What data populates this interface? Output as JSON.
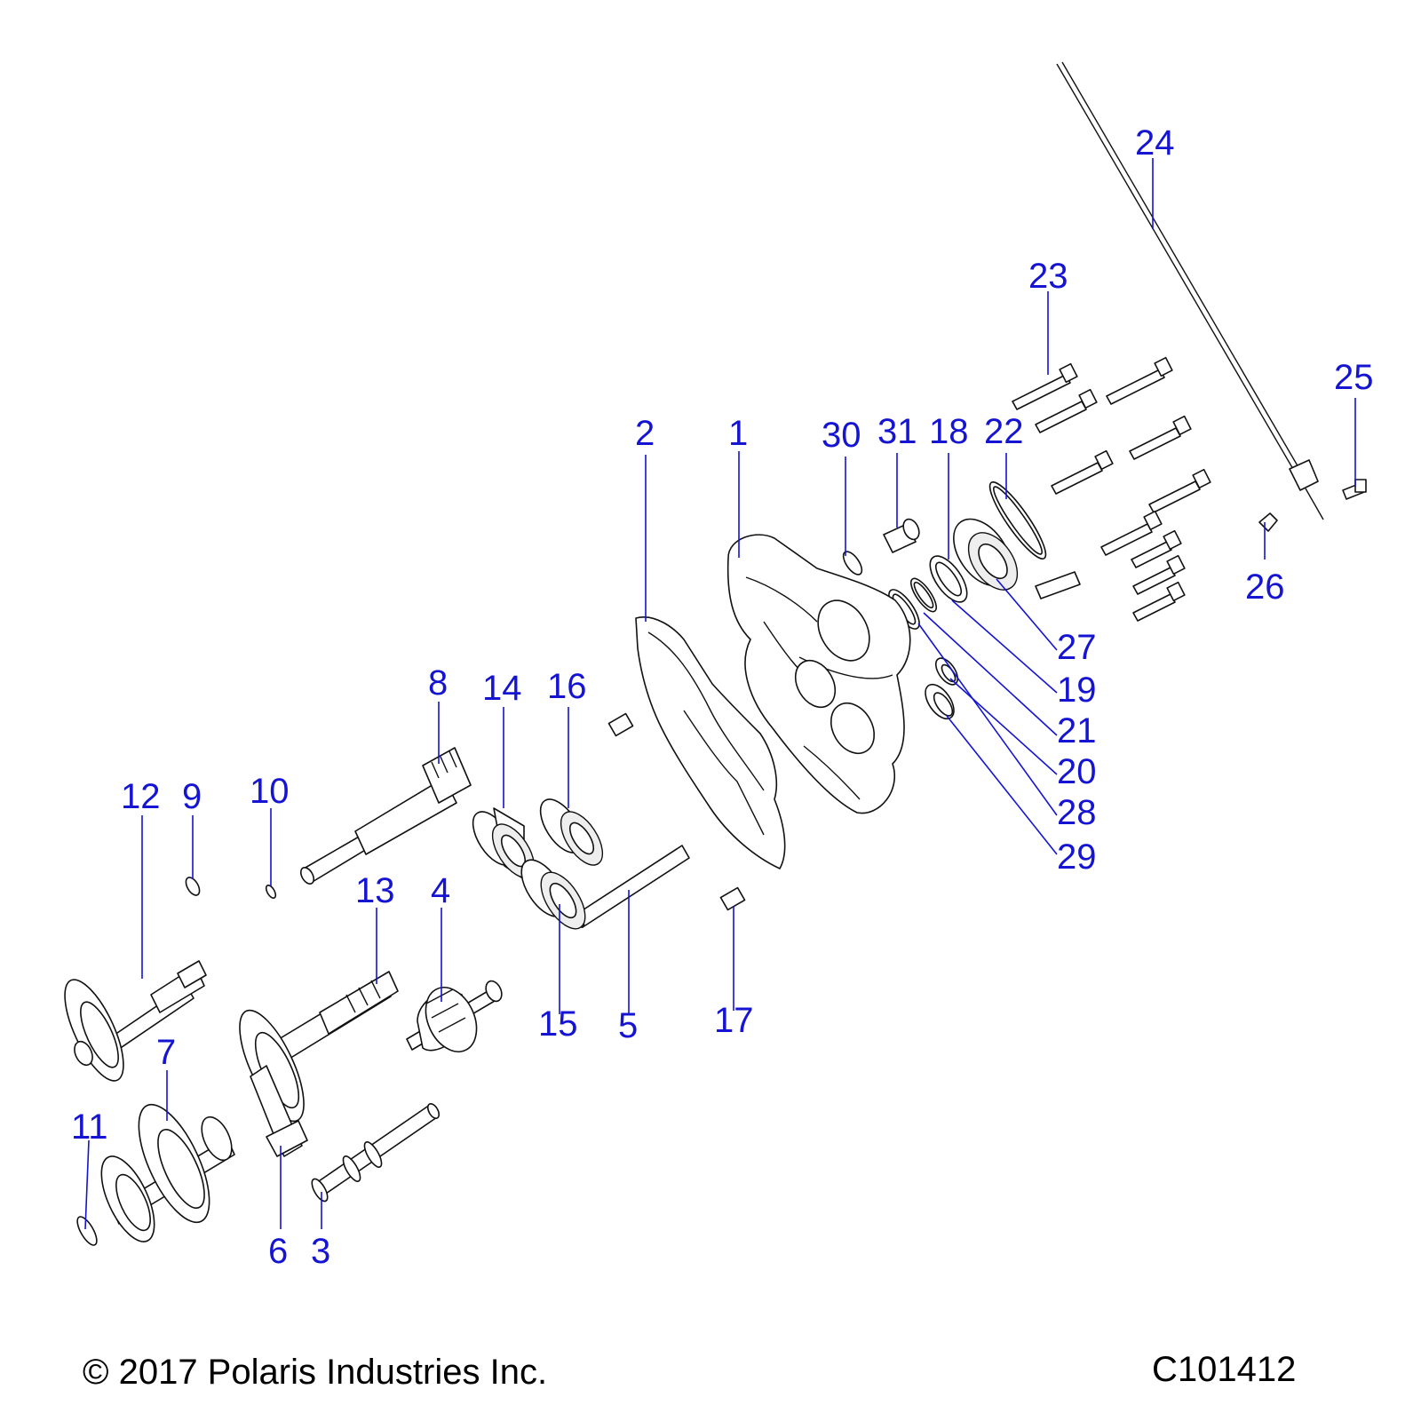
{
  "footer": {
    "copyright": "© 2017 Polaris Industries Inc.",
    "drawing_id": "C101412"
  },
  "callouts": [
    {
      "id": "c1",
      "label": "1"
    },
    {
      "id": "c2",
      "label": "2"
    },
    {
      "id": "c3",
      "label": "3"
    },
    {
      "id": "c4",
      "label": "4"
    },
    {
      "id": "c5",
      "label": "5"
    },
    {
      "id": "c6",
      "label": "6"
    },
    {
      "id": "c7",
      "label": "7"
    },
    {
      "id": "c8",
      "label": "8"
    },
    {
      "id": "c9",
      "label": "9"
    },
    {
      "id": "c10",
      "label": "10"
    },
    {
      "id": "c11",
      "label": "11"
    },
    {
      "id": "c12",
      "label": "12"
    },
    {
      "id": "c13",
      "label": "13"
    },
    {
      "id": "c14",
      "label": "14"
    },
    {
      "id": "c15",
      "label": "15"
    },
    {
      "id": "c16",
      "label": "16"
    },
    {
      "id": "c17",
      "label": "17"
    },
    {
      "id": "c18",
      "label": "18"
    },
    {
      "id": "c19",
      "label": "19"
    },
    {
      "id": "c20",
      "label": "20"
    },
    {
      "id": "c21",
      "label": "21"
    },
    {
      "id": "c22",
      "label": "22"
    },
    {
      "id": "c23",
      "label": "23"
    },
    {
      "id": "c24",
      "label": "24"
    },
    {
      "id": "c25",
      "label": "25"
    },
    {
      "id": "c26",
      "label": "26"
    },
    {
      "id": "c27",
      "label": "27"
    },
    {
      "id": "c28",
      "label": "28"
    },
    {
      "id": "c29",
      "label": "29"
    },
    {
      "id": "c30",
      "label": "30"
    },
    {
      "id": "c31",
      "label": "31"
    }
  ]
}
